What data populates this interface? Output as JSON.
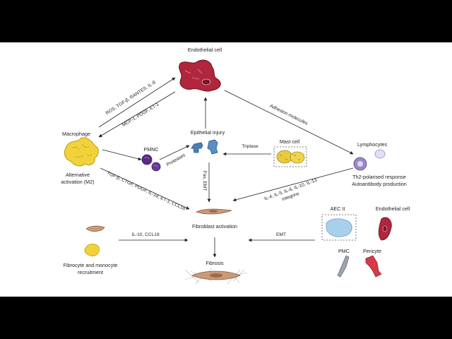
{
  "nodes": {
    "endothelial_top": "Endothelial cell",
    "macrophage": "Macrophage",
    "macrophage_sub1": "Alternative",
    "macrophage_sub2": "activation (M2)",
    "pmnc": "PMNC",
    "epithelial_injury": "Epithelial injury",
    "mast_cell": "Mast cell",
    "lymphocytes": "Lymphocytes",
    "lymph_sub1": "Th2-polarised response",
    "lymph_sub2": "Autoantibody production",
    "fibroblast_activation": "Fibroblast activation",
    "fibrosis": "Fibrosis",
    "fibrocyte1": "Fibrocyte and monocyte",
    "fibrocyte2": "recruitment",
    "aec2": "AEC II",
    "endothelial_right": "Endothelial cell",
    "pmc": "PMC",
    "pericyte": "Pericyte"
  },
  "edges": {
    "ros": "ROS, TGF-β, RANTES, IL-8",
    "mcp": "MCP-1, PDGF, ET-1",
    "adhesion": "Adhesion molecules",
    "proteases": "Proteases",
    "tryptase": "Triptase",
    "fas": "Fas, EMT",
    "tgf_list": "TGF-β, CTGF, PDGF, IL-1α, ET-1, CCL18",
    "il_list1": "IL-4, IL-5, IL-6, IL-10, IL-13",
    "il_list2": "Integrins",
    "il10": "IL-10, CCL18",
    "emt": "EMT"
  },
  "colors": {
    "endothelial": "#b0263c",
    "macrophage": "#f2d23a",
    "pmnc": "#5a2a86",
    "epithelial": "#4a7fb8",
    "mast": "#e8c940",
    "lymphocyte": "#9a86c8",
    "fibroblast": "#c99a7a",
    "aec": "#a9d0ea",
    "pmc": "#9aa5b0",
    "pericyte": "#d63a48"
  }
}
